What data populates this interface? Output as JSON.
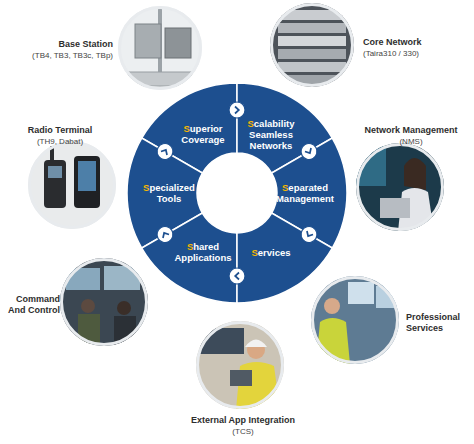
{
  "diagram": {
    "nodes": [
      {
        "text": [
          "Base Station",
          "(TB4, TB3, TB3c, TBp)"
        ]
      },
      {
        "text": [
          "Core Network",
          "(Taira310 / 330)"
        ]
      },
      {
        "text": [
          "Radio Terminal",
          "(TH9, Dabat)"
        ]
      },
      {
        "text": [
          "Superior Coverage"
        ]
      },
      {
        "text": [
          "Scalability Seamless Networks"
        ]
      },
      {
        "text": [
          "Network Management",
          "(NMS)"
        ]
      },
      {
        "text": [
          "Specialized Tools"
        ]
      },
      {
        "text": [
          "Separated Management"
        ]
      },
      {
        "text": [
          "Shared Applications"
        ]
      },
      {
        "text": [
          "Services"
        ]
      },
      {
        "text": [
          "Command And Control"
        ]
      },
      {
        "text": [
          "Professional Services"
        ]
      },
      {
        "text": [
          "External App Integration",
          "(TCS)"
        ]
      }
    ]
  }
}
